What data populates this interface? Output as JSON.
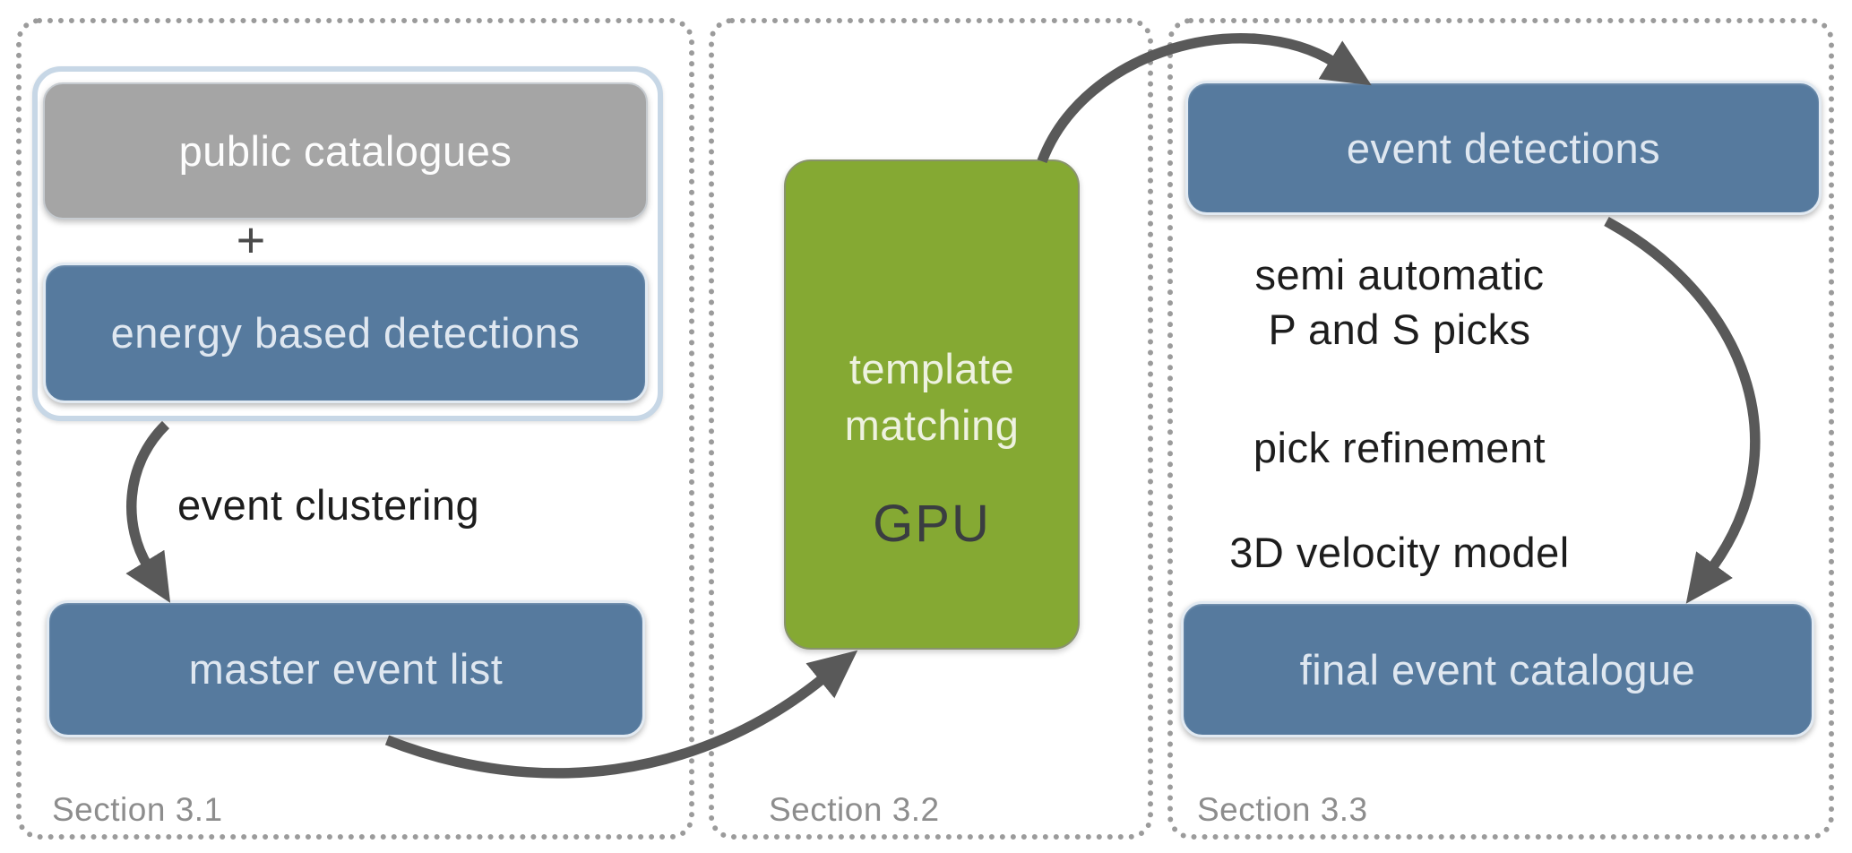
{
  "sections": {
    "s1": {
      "label": "Section 3.1",
      "public_catalogues": "public catalogues",
      "plus": "+",
      "energy_based_detections": "energy based detections",
      "event_clustering": "event clustering",
      "master_event_list": "master event list"
    },
    "s2": {
      "label": "Section 3.2",
      "template_line1": "template",
      "template_line2": "matching",
      "gpu": "GPU"
    },
    "s3": {
      "label": "Section 3.3",
      "event_detections": "event detections",
      "picks_line1": "semi automatic",
      "picks_line2": "P and S picks",
      "pick_refinement": "pick refinement",
      "velocity_model": "3D velocity model",
      "final_event_catalogue": "final event catalogue"
    }
  },
  "colors": {
    "gray_box": "#a5a5a5",
    "blue_box": "#567a9e",
    "blue_box_text": "#dfe7f0",
    "green_box": "#85a933",
    "green_box_text": "#eef2e0",
    "gpu_text": "#3a3d41",
    "arrow": "#595959",
    "dots": "#9b9b9b",
    "section_label": "#8d8d8d",
    "container_border": "#c7d7e6",
    "text_dark": "#1d1d1d"
  }
}
